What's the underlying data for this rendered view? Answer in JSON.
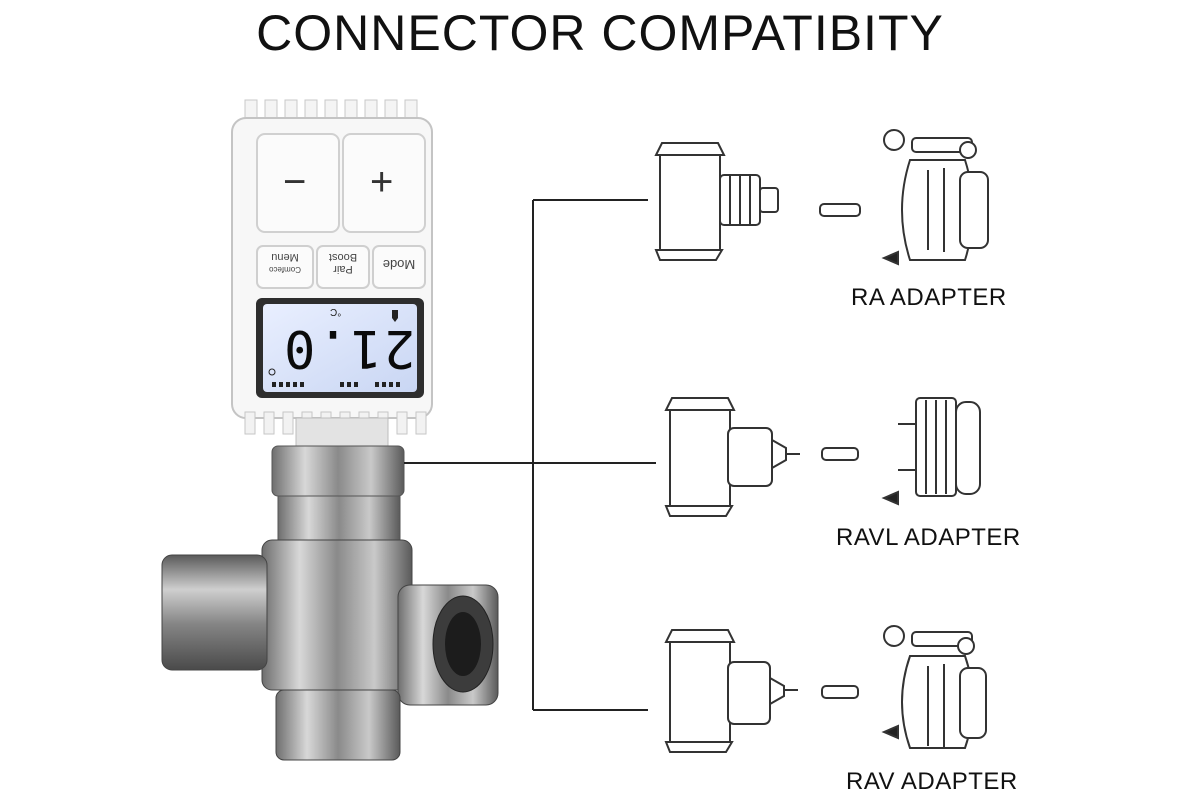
{
  "title": "CONNECTOR COMPATIBITY",
  "thermostat": {
    "minus_symbol": "−",
    "plus_symbol": "+",
    "buttons": {
      "left_line1": "Menu",
      "left_line2": "Comfeco",
      "middle_line1": "Boost",
      "middle_line2": "Pair",
      "right": "Mode"
    },
    "display_value": "21.0",
    "display_unit": "°C"
  },
  "adapters": [
    {
      "label": "RA ADAPTER"
    },
    {
      "label": "RAVL ADAPTER"
    },
    {
      "label": "RAV ADAPTER"
    }
  ]
}
